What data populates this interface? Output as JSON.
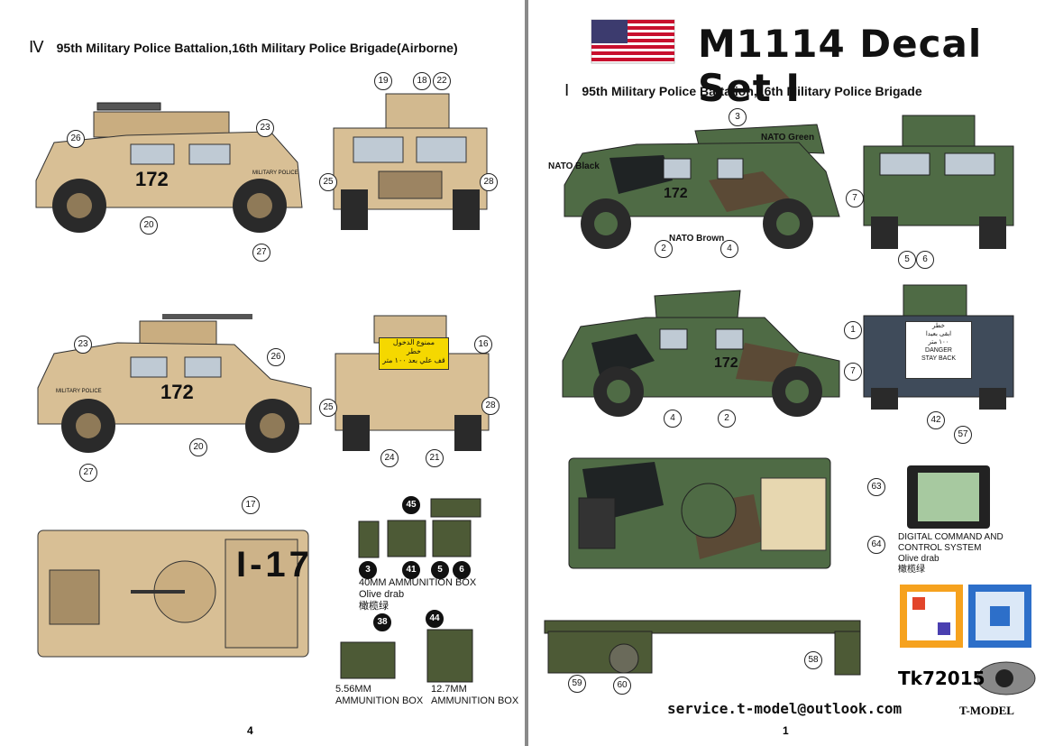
{
  "left_page": {
    "section": {
      "roman": "Ⅳ",
      "title": "95th Military Police Battalion,16th Military Police Brigade(Airborne)"
    },
    "callouts": [
      "19",
      "18",
      "22",
      "26",
      "23",
      "25",
      "28",
      "20",
      "27",
      "23",
      "26",
      "16",
      "25",
      "28",
      "20",
      "24",
      "21",
      "27",
      "17",
      "45",
      "3",
      "41",
      "5",
      "6",
      "38",
      "44"
    ],
    "hull_number": "172",
    "hull_text": "MILITARY POLICE",
    "top_hull_number": "I-17",
    "warning_sign": {
      "line1": "ممنوع الدخول",
      "line2": "خطر",
      "line3": "قف علي بعد ١٠٠ متر"
    },
    "ammo": {
      "box40": {
        "label": "40MM AMMUNITION BOX",
        "color": "Olive drab",
        "chinese": "橄榄绿"
      },
      "box556": {
        "label_line1": "5.56MM",
        "label_line2": "AMMUNITION BOX"
      },
      "box127": {
        "label_line1": "12.7MM",
        "label_line2": "AMMUNITION BOX"
      }
    },
    "page_number": "4"
  },
  "right_page": {
    "title": "M1114 Decal Set I",
    "section": {
      "roman": "Ⅰ",
      "title": "95th Military Police Battalion,16th Military Police Brigade"
    },
    "colors": {
      "nato_green": "NATO Green",
      "nato_black": "NATO Black",
      "nato_brown": "NATO Brown"
    },
    "callouts": [
      "3",
      "7",
      "2",
      "4",
      "5",
      "6",
      "1",
      "7",
      "4",
      "2",
      "42",
      "57",
      "63",
      "64",
      "59",
      "60",
      "58"
    ],
    "hull_number": "172",
    "rear_sign": {
      "line1": "خطر",
      "line2": "ابقى بعيدا",
      "line3": "١٠٠ متر",
      "line4": "DANGER",
      "line5": "STAY BACK"
    },
    "dcs": {
      "line1": "DIGITAL COMMAND AND",
      "line2": "CONTROL SYSTEM",
      "color": "Olive drab",
      "chinese": "橄榄绿"
    },
    "product_code": "Tk72015",
    "brand": "T-MODEL",
    "email": "service.t-model@outlook.com",
    "page_number": "1"
  },
  "palette": {
    "desert": "#d8bf95",
    "desert_dark": "#b89c70",
    "nato_green": "#4f6b45",
    "nato_black": "#1f2324",
    "nato_brown": "#5b4a36",
    "olive": "#4d5a36",
    "tire": "#2a2a2a"
  }
}
